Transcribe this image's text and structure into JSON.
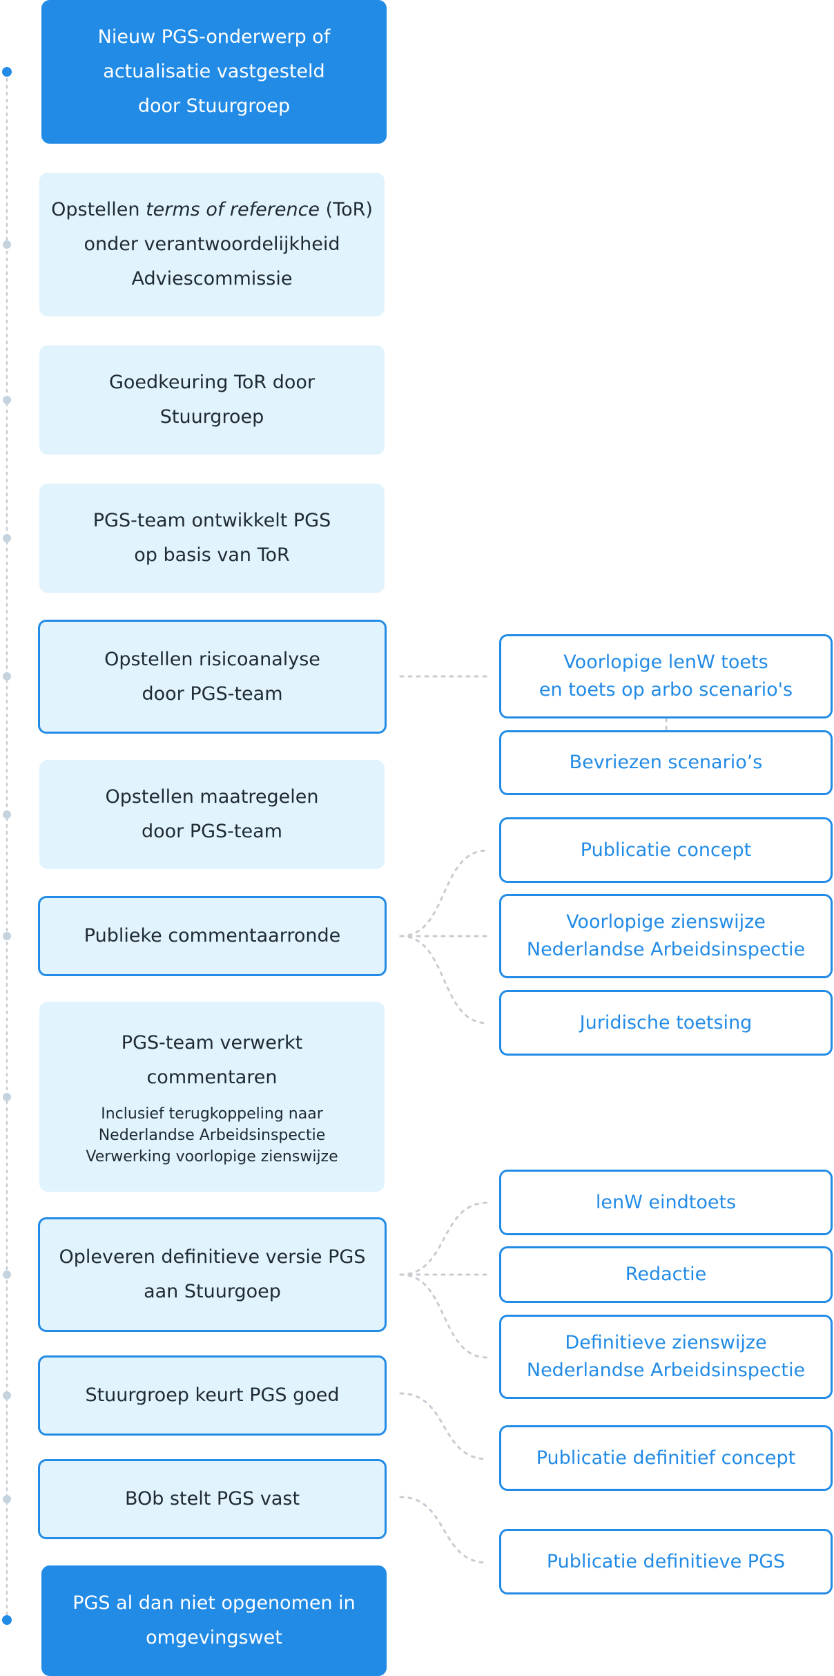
{
  "steps": [
    {
      "label": "Nieuw PGS-onderwerp of\nactualisatie vastgesteld\ndoor Stuurgroep",
      "style": "solid"
    },
    {
      "label_pre": "Opstellen ",
      "label_em": "terms of reference",
      "label_post": " (ToR)\nonder verantwoordelijkheid\nAdviescommissie",
      "style": "light"
    },
    {
      "label": "Goedkeuring ToR door\nStuurgroep",
      "style": "light"
    },
    {
      "label": "PGS-team ontwikkelt PGS\nop basis van ToR",
      "style": "light"
    },
    {
      "label": "Opstellen risicoanalyse\ndoor PGS-team",
      "style": "outlined"
    },
    {
      "label": "Opstellen maatregelen\ndoor PGS-team",
      "style": "light"
    },
    {
      "label": "Publieke commentaarronde",
      "style": "outlined"
    },
    {
      "label": "PGS-team verwerkt\ncommentaren",
      "sublabel": "Inclusief terugkoppeling naar\nNederlandse Arbeidsinspectie\nVerwerking voorlopige zienswijze",
      "style": "light"
    },
    {
      "label": "Opleveren definitieve versie PGS\naan Stuurgoep",
      "style": "outlined"
    },
    {
      "label": "Stuurgroep keurt PGS goed",
      "style": "outlined"
    },
    {
      "label": "BOb stelt PGS vast",
      "style": "outlined"
    },
    {
      "label": "PGS al dan niet opgenomen in\nomgevingswet",
      "style": "solid"
    }
  ],
  "side_items": [
    {
      "label": "Voorlopige lenW toets\nen toets op arbo scenario's"
    },
    {
      "label": "Bevriezen scenario’s"
    },
    {
      "label": "Publicatie concept"
    },
    {
      "label": "Voorlopige zienswijze\nNederlandse Arbeidsinspectie"
    },
    {
      "label": "Juridische toetsing"
    },
    {
      "label": "lenW eindtoets"
    },
    {
      "label": "Redactie"
    },
    {
      "label": "Definitieve zienswijze\nNederlandse Arbeidsinspectie"
    },
    {
      "label": "Publicatie definitief concept"
    },
    {
      "label": "Publicatie definitieve PGS"
    }
  ],
  "colors": {
    "accent": "#228be6",
    "light_fill": "#e1f3fd",
    "text_dark": "#1f2a33",
    "connector": "#c8ccd1",
    "timeline_dot": "#c5d3de"
  }
}
